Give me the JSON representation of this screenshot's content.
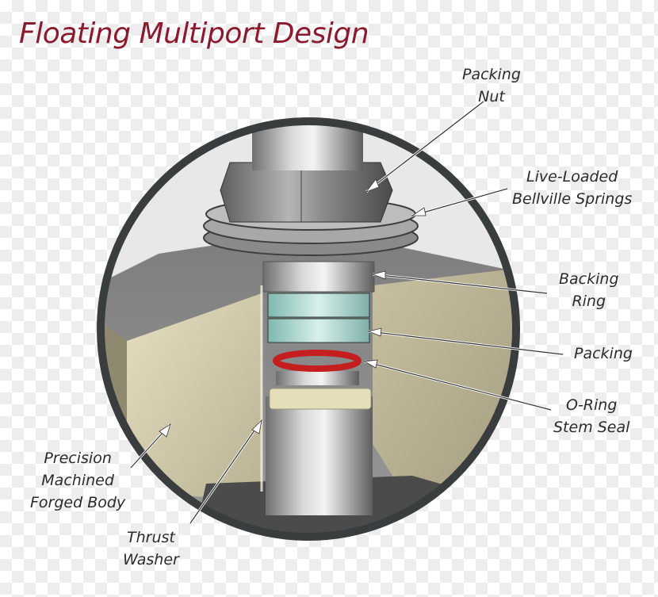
{
  "title": "Floating Multiport Design",
  "colors": {
    "title": "#8b1a2e",
    "ring": "#3a3d3e",
    "body": "#cfc8a6",
    "oring": "#c41e1e",
    "packing": "#9ecfc7"
  },
  "labels": {
    "packing_nut": [
      "Packing",
      "Nut"
    ],
    "springs": [
      "Live-Loaded",
      "Bellville Springs"
    ],
    "backing_ring": [
      "Backing",
      "Ring"
    ],
    "packing": [
      "Packing"
    ],
    "oring": [
      "O-Ring",
      "Stem Seal"
    ],
    "body": [
      "Precision",
      "Machined",
      "Forged Body"
    ],
    "thrust": [
      "Thrust",
      "Washer"
    ]
  }
}
